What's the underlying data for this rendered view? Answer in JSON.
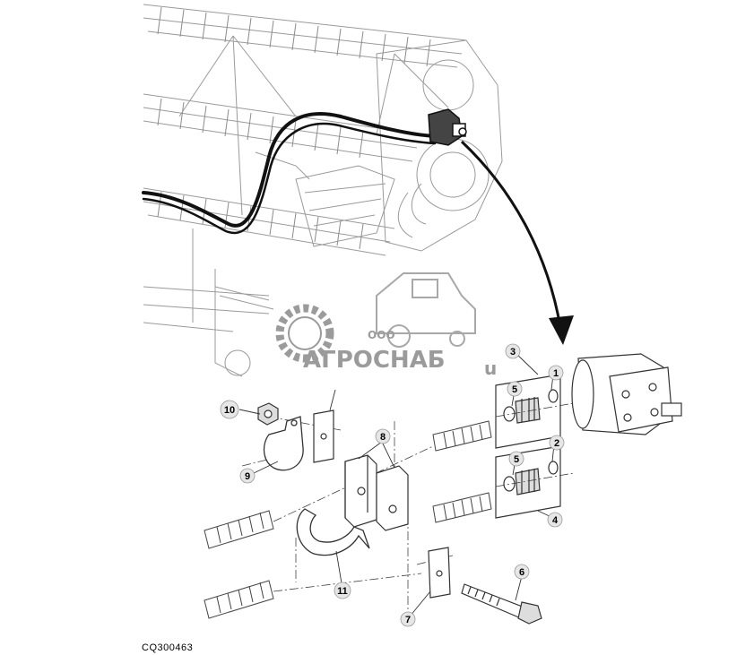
{
  "figure": {
    "id": "CQ300463"
  },
  "watermark": {
    "company_prefix": "ООО",
    "company_name": "АГРОСНАБ",
    "suffix": "u"
  },
  "callouts": [
    {
      "id": "callout-1",
      "label": "1"
    },
    {
      "id": "callout-2",
      "label": "2"
    },
    {
      "id": "callout-3",
      "label": "3"
    },
    {
      "id": "callout-4",
      "label": "4"
    },
    {
      "id": "callout-5a",
      "label": "5"
    },
    {
      "id": "callout-5b",
      "label": "5"
    },
    {
      "id": "callout-6",
      "label": "6"
    },
    {
      "id": "callout-7",
      "label": "7"
    },
    {
      "id": "callout-8",
      "label": "8"
    },
    {
      "id": "callout-9",
      "label": "9"
    },
    {
      "id": "callout-10",
      "label": "10"
    },
    {
      "id": "callout-11",
      "label": "11"
    }
  ],
  "colors": {
    "line": "#333333",
    "light_line": "#9a9a9a",
    "hose": "#111111",
    "callout_fill": "#e6e6e6",
    "watermark": "#8a8a8a"
  }
}
